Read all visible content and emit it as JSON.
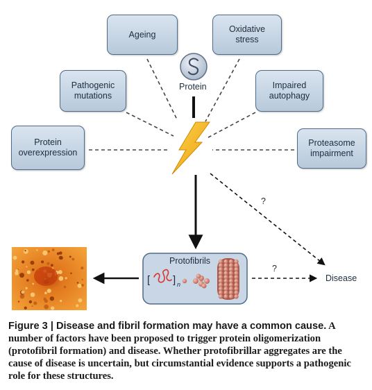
{
  "factors": {
    "ageing": "Ageing",
    "oxidative_stress": "Oxidative\nstress",
    "pathogenic_mutations": "Pathogenic\nmutations",
    "impaired_autophagy": "Impaired\nautophagy",
    "protein_overexpression": "Protein\noverexpression",
    "proteasome_impairment": "Proteasome\nimpairment"
  },
  "protein": {
    "label": "Protein",
    "icon": "protein-coil-icon"
  },
  "trigger": {
    "icon": "lightning-bolt-icon",
    "color": "#f2b21c"
  },
  "protofibrils": {
    "title": "Protofibrils",
    "bracket_open": "[",
    "bracket_close": "]",
    "subscript": "n"
  },
  "question_marks": {
    "diagonal": "?",
    "horizontal": "?"
  },
  "disease": "Disease",
  "micrograph": {
    "icon": "brain-tissue-micrograph"
  },
  "caption": {
    "figure_label": "Figure 3 | Disease and fibril formation may have a common cause.",
    "body": "A number of factors have been proposed to trigger protein oligomerization (protofibril formation) and disease. Whether protofibrillar aggregates are the cause of disease is uncertain, but circumstantial evidence supports a pathogenic role for these structures."
  },
  "colors": {
    "box_border": "#4f6a85",
    "box_fill": "#c8d6e5",
    "fibril": "#c9786a",
    "coil": "#d9342b"
  }
}
